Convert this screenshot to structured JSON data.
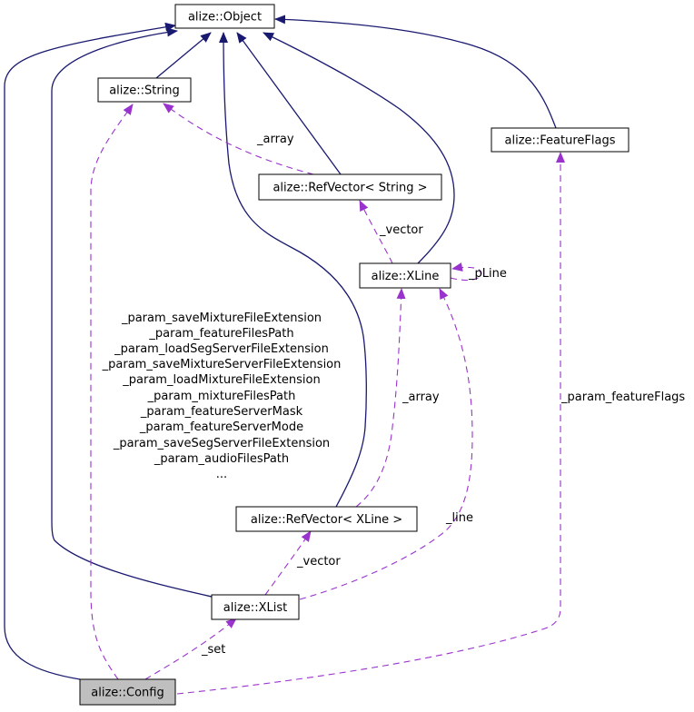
{
  "nodes": {
    "object": "alize::Object",
    "string": "alize::String",
    "feature_flags": "alize::FeatureFlags",
    "refvector_string": "alize::RefVector< String >",
    "xline": "alize::XLine",
    "refvector_xline": "alize::RefVector< XLine >",
    "xlist": "alize::XList",
    "config": "alize::Config"
  },
  "edge_labels": {
    "array_string": "_array",
    "vector_string": "_vector",
    "pline": "_pLine",
    "array_xline": "_array",
    "param_feature_flags": "_param_featureFlags",
    "line": "_line",
    "vector_xline": "_vector",
    "set": "_set"
  },
  "param_list": [
    "_param_saveMixtureFileExtension",
    "_param_featureFilesPath",
    "_param_loadSegServerFileExtension",
    "_param_saveMixtureServerFileExtension",
    "_param_loadMixtureFileExtension",
    "_param_mixtureFilesPath",
    "_param_featureServerMask",
    "_param_featureServerMode",
    "_param_saveSegServerFileExtension",
    "_param_audioFilesPath",
    "..."
  ],
  "colors": {
    "inheritance": "#191970",
    "usage": "#9a32cd",
    "focus_fill": "#bfbfbf"
  }
}
